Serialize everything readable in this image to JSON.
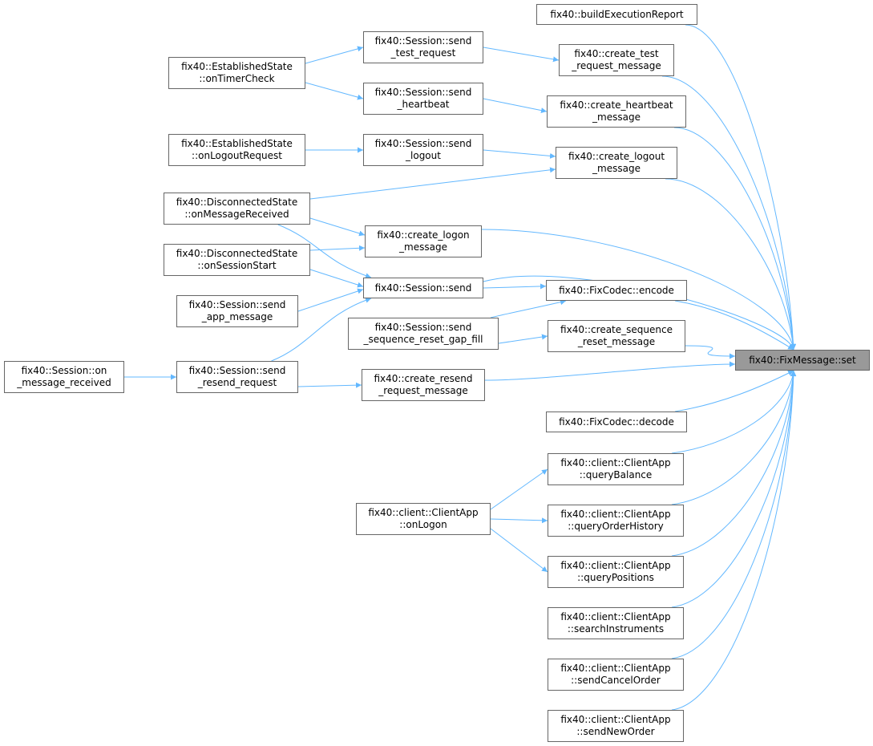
{
  "colors": {
    "edge": "#63b8ff",
    "node_border": "#666666",
    "root_fill": "#999999"
  },
  "nodes": {
    "set": "fix40::FixMessage::set",
    "buildExecutionReport": "fix40::buildExecutionReport",
    "create_test_request_message": "fix40::create_test\n_request_message",
    "create_heartbeat_message": "fix40::create_heartbeat\n_message",
    "create_logout_message": "fix40::create_logout\n_message",
    "encode": "fix40::FixCodec::encode",
    "create_sequence_reset_message": "fix40::create_sequence\n_reset_message",
    "decode": "fix40::FixCodec::decode",
    "queryBalance": "fix40::client::ClientApp\n::queryBalance",
    "queryOrderHistory": "fix40::client::ClientApp\n::queryOrderHistory",
    "queryPositions": "fix40::client::ClientApp\n::queryPositions",
    "searchInstruments": "fix40::client::ClientApp\n::searchInstruments",
    "sendCancelOrder": "fix40::client::ClientApp\n::sendCancelOrder",
    "sendNewOrder": "fix40::client::ClientApp\n::sendNewOrder",
    "send_test_request": "fix40::Session::send\n_test_request",
    "send_heartbeat": "fix40::Session::send\n_heartbeat",
    "send_logout": "fix40::Session::send\n_logout",
    "create_logon_message": "fix40::create_logon\n_message",
    "session_send": "fix40::Session::send",
    "send_sequence_reset_gap_fill": "fix40::Session::send\n_sequence_reset_gap_fill",
    "create_resend_request_message": "fix40::create_resend\n_request_message",
    "onLogon": "fix40::client::ClientApp\n::onLogon",
    "onTimerCheck": "fix40::EstablishedState\n::onTimerCheck",
    "onLogoutRequest": "fix40::EstablishedState\n::onLogoutRequest",
    "onMessageReceived": "fix40::DisconnectedState\n::onMessageReceived",
    "onSessionStart": "fix40::DisconnectedState\n::onSessionStart",
    "send_app_message": "fix40::Session::send\n_app_message",
    "send_resend_request": "fix40::Session::send\n_resend_request",
    "on_message_received": "fix40::Session::on\n_message_received"
  },
  "edges": [
    [
      "buildExecutionReport",
      "set"
    ],
    [
      "create_test_request_message",
      "set"
    ],
    [
      "create_heartbeat_message",
      "set"
    ],
    [
      "create_logout_message",
      "set"
    ],
    [
      "create_logon_message",
      "set"
    ],
    [
      "session_send",
      "set"
    ],
    [
      "encode",
      "set"
    ],
    [
      "create_sequence_reset_message",
      "set"
    ],
    [
      "create_resend_request_message",
      "set"
    ],
    [
      "decode",
      "set"
    ],
    [
      "queryBalance",
      "set"
    ],
    [
      "queryOrderHistory",
      "set"
    ],
    [
      "queryPositions",
      "set"
    ],
    [
      "searchInstruments",
      "set"
    ],
    [
      "sendCancelOrder",
      "set"
    ],
    [
      "sendNewOrder",
      "set"
    ],
    [
      "onTimerCheck",
      "send_test_request"
    ],
    [
      "onTimerCheck",
      "send_heartbeat"
    ],
    [
      "send_test_request",
      "create_test_request_message"
    ],
    [
      "send_heartbeat",
      "create_heartbeat_message"
    ],
    [
      "onLogoutRequest",
      "send_logout"
    ],
    [
      "send_logout",
      "create_logout_message"
    ],
    [
      "onMessageReceived",
      "create_logout_message"
    ],
    [
      "onMessageReceived",
      "create_logon_message"
    ],
    [
      "onMessageReceived",
      "session_send"
    ],
    [
      "onSessionStart",
      "create_logon_message"
    ],
    [
      "onSessionStart",
      "session_send"
    ],
    [
      "send_app_message",
      "session_send"
    ],
    [
      "send_resend_request",
      "session_send"
    ],
    [
      "session_send",
      "encode"
    ],
    [
      "send_sequence_reset_gap_fill",
      "encode"
    ],
    [
      "send_sequence_reset_gap_fill",
      "create_sequence_reset_message"
    ],
    [
      "on_message_received",
      "send_resend_request"
    ],
    [
      "send_resend_request",
      "create_resend_request_message"
    ],
    [
      "onLogon",
      "queryBalance"
    ],
    [
      "onLogon",
      "queryOrderHistory"
    ],
    [
      "onLogon",
      "queryPositions"
    ]
  ]
}
